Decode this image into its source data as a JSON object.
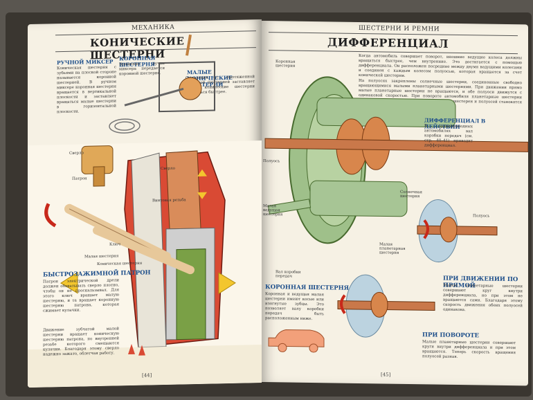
{
  "left_page": {
    "running_head": "МЕХАНИКА",
    "title": "КОНИЧЕСКИЕ ШЕСТЕРНИ",
    "sections": {
      "hand_mixer": "РУЧНОЙ МИКСЕР",
      "crown_gear": "КОРОННАЯ ШЕСТЕРНЯ",
      "small_gears": "МАЛЫЕ КОНИЧЕСКИЕ ШЕСТЕРНИ",
      "quick_chuck": "БЫСТРОЗАЖИМНОЙ ПАТРОН"
    },
    "labels": {
      "spindle": "Сверло",
      "chuck": "Патрон",
      "screw_thread": "Винтовая резьба",
      "key": "Ключ",
      "small_gear": "Малая шестерня",
      "conical_gear": "Коническая шестерня",
      "drill": "Сверло"
    },
    "text": {
      "mixer": "Коническая шестерня с зубьями на плоской стороне называется коронной шестерней. В ручном миксере коронная шестерня вращается в вертикальной плоскости и заставляет вращаться малые шестерни в горизонтальной плоскости.",
      "crown": "Вращение ручки миксера передается коронной шестерне.",
      "small": "Сцепление с протяженной коронной шестерней заставляет малые конические шестерни вращаться быстрее.",
      "chuck": "Патрон электрической дрели должен обхватывать сверло плотно, чтобы он не проскальзывал. Для этого ключ вращает малую шестерню, и та вращает коронную шестерню патрона, которая сжимает кулачки.",
      "chuck2": "Движение зубчатой малой шестерни вращает коническую шестерню патрона, по внутренней резьбе которого смещаются кулачки. Благодаря этому сверло надежно зажато, облегчая работу."
    },
    "page_number": "[44]"
  },
  "right_page": {
    "running_head": "ШЕСТЕРНИ И РЕМНИ",
    "title": "ДИФФЕРЕНЦИАЛ",
    "labels": {
      "crown_gear": "Коронная шестерня",
      "drive_shaft": "Полуось",
      "small_drive": "Малая ведущая шестерня",
      "sun_gear": "Солнечная шестерня",
      "small_planet": "Малая планетарная шестерня",
      "shaft_from_box": "Вал коробки передач",
      "half_axle": "Полуось"
    },
    "sections": {
      "in_action": "ДИФФЕРЕНЦИАЛ В ДЕЙСТВИИ",
      "crown": "КОРОННАЯ ШЕСТЕРНЯ",
      "straight": "ПРИ ДВИЖЕНИИ ПО ПРЯМОЙ",
      "turning": "ПРИ ПОВОРОТЕ"
    },
    "text": {
      "intro": "Когда автомобиль совершает поворот, внешние ведущие колеса должны вращаться быстрее, чем внутренние. Это достигается с помощью дифференциала. Он расположен посредине между двумя ведущими колесами и соединен с каждым колесом полуосью, которая вращается за счет конической шестерни.",
      "intro2": "На полуосях закреплены солнечные шестерни, соединенные свободно вращающимися малыми планетарными шестернями. При движении прямо малые планетарные шестерни не вращаются, и обе полуоси движутся с одинаковой скоростью. При повороте автомобиля планетарные шестерни начинают вращаться, и скорости солнечных шестерен и полуосей становятся разными.",
      "in_action": "В заднеприводных автомобилях вал коробки передач (см. стр. 40–41) приводит дифференциал.",
      "crown": "Коронная и ведущая малая шестерни имеют косые или изогнутые зубцы. Это позволяет валу коробки передач быть расположенным ниже.",
      "straight": "Малые планетарные шестерни совершают круг внутри дифференциала, но при этом не вращаются сами. Благодаря этому скорость движения обеих полуосей одинакова.",
      "turning": "Малые планетарные шестерни совершают круги внутри дифференциала и при этом вращаются. Теперь скорость вращения полуосей разная."
    },
    "page_number": "[45]"
  }
}
